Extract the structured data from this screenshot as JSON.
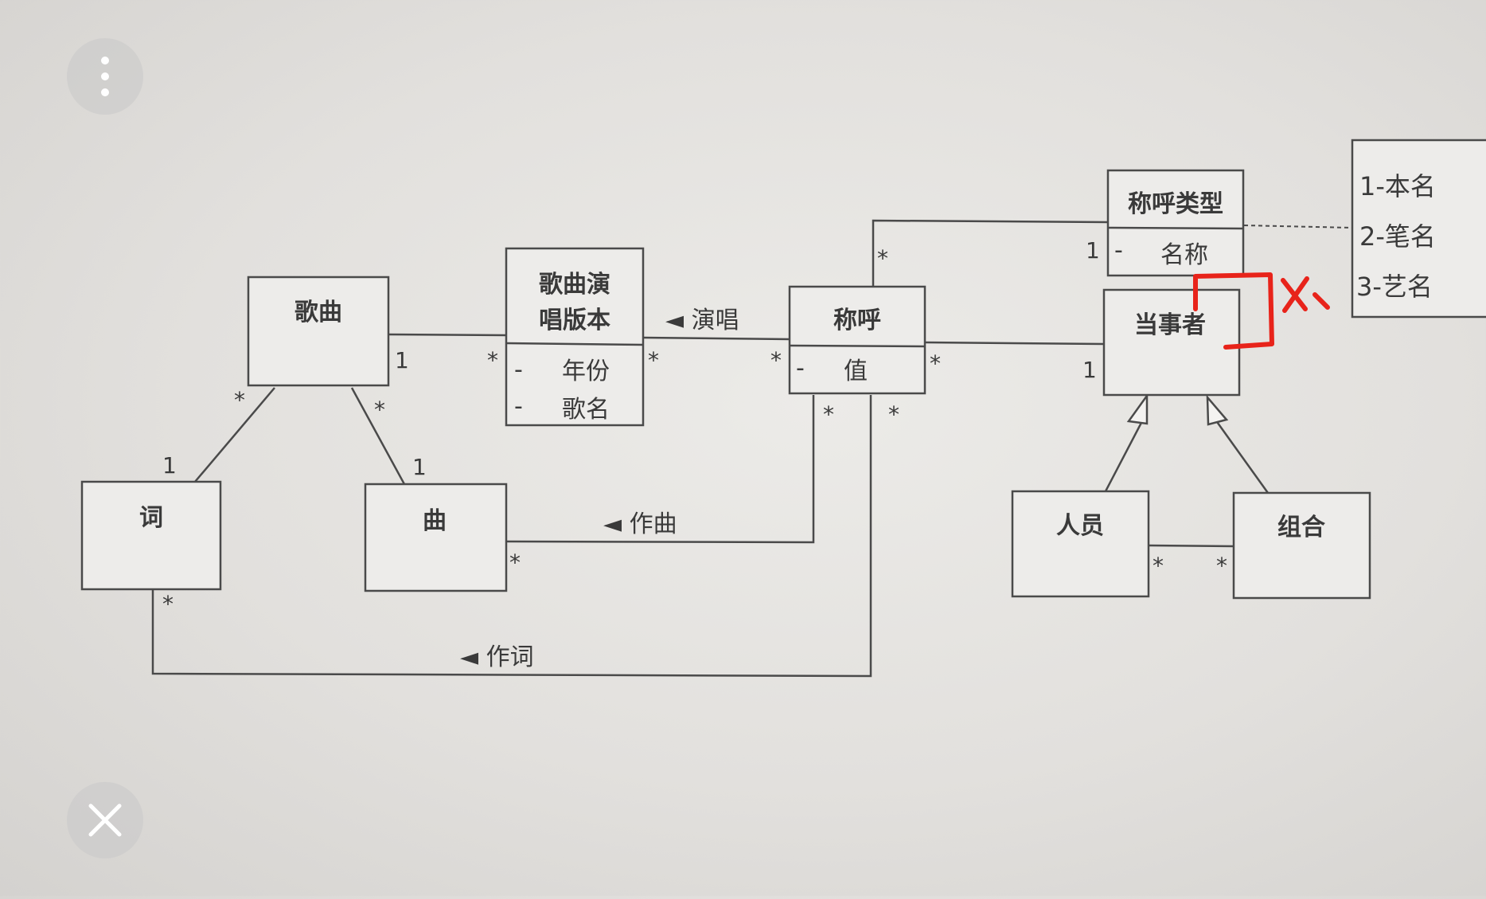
{
  "classes": {
    "song": {
      "name": "歌曲"
    },
    "version": {
      "name_line1": "歌曲演",
      "name_line2": "唱版本",
      "attr1": "年份",
      "attr2": "歌名",
      "vis1": "-",
      "vis2": "-"
    },
    "appellation": {
      "name": "称呼",
      "attr1": "值",
      "vis1": "-"
    },
    "appellation_type": {
      "name": "称呼类型",
      "attr1": "名称",
      "vis1": "-"
    },
    "party": {
      "name": "当事者"
    },
    "lyrics": {
      "name": "词"
    },
    "melody": {
      "name": "曲"
    },
    "person": {
      "name": "人员"
    },
    "group": {
      "name": "组合"
    }
  },
  "enum_note": {
    "item1": "1-本名",
    "item2": "2-笔名",
    "item3": "3-艺名"
  },
  "associations": {
    "sing": "◄ 演唱",
    "compose": "◄ 作曲",
    "write": "◄ 作词"
  },
  "multiplicities": {
    "song_version_song": "1",
    "song_version_version": "*",
    "song_lyrics_song": "*",
    "song_lyrics_lyrics": "1",
    "song_melody_song": "*",
    "song_melody_melody": "1",
    "version_app_version": "*",
    "version_app_app": "*",
    "app_type_app": "*",
    "app_type_type": "1",
    "app_party_app": "*",
    "app_party_party": "1",
    "melody_app_melody": "*",
    "melody_app_app": "*",
    "lyrics_app_lyrics": "*",
    "lyrics_app_app": "*",
    "person_group_person": "*",
    "person_group_group": "*"
  },
  "annotation": {
    "text": "X\\"
  }
}
